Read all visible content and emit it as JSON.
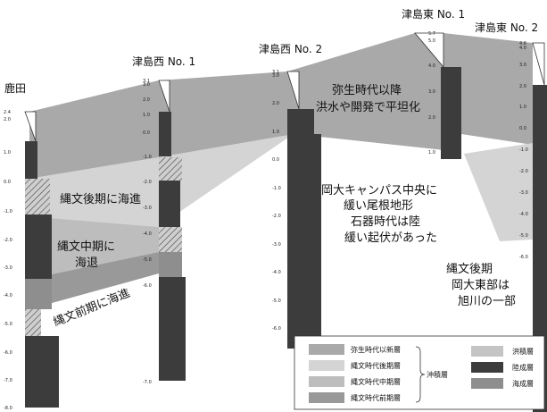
{
  "sites": [
    {
      "name": "鹿田",
      "ticks": [
        "2.4",
        "2.0",
        "1.0",
        "0.0",
        "-1.0",
        "-2.0",
        "-3.0",
        "-4.0",
        "-5.0",
        "-6.0",
        "-7.0",
        "-8.0"
      ]
    },
    {
      "name": "津島西 No. 1",
      "ticks": [
        "3.1",
        "3.0",
        "2.0",
        "1.0",
        "0.0",
        "-1.0",
        "-2.0",
        "-3.0",
        "-4.0",
        "-5.0",
        "-6.0",
        "-7.0"
      ]
    },
    {
      "name": "津島西 No. 2",
      "ticks": [
        "3.1",
        "3.0",
        "2.0",
        "1.0",
        "0.0",
        "-1.0",
        "-2.0",
        "-3.0",
        "-4.0",
        "-5.0",
        "-6.0"
      ]
    },
    {
      "name": "津島東 No. 1",
      "ticks": [
        "5.7",
        "5.0",
        "4.0",
        "3.0",
        "2.0",
        "1.0"
      ]
    },
    {
      "name": "津島東 No. 2",
      "ticks": [
        "4.6",
        "4.0",
        "3.0",
        "2.0",
        "1.0",
        "0.0",
        "-1.0",
        "-2.0",
        "-3.0",
        "-4.0",
        "-5.0",
        "-6.0"
      ]
    }
  ],
  "annotations": {
    "yayoi": [
      "弥生時代以降",
      "洪水や開発で平坦化"
    ],
    "jomon_late": "縄文後期に海進",
    "jomon_mid": [
      "縄文中期に",
      "海退"
    ],
    "jomon_early": "縄文前期に海進",
    "campus": [
      "岡大キャンパス中央に",
      "緩い尾根地形",
      "石器時代は陸",
      "緩い起伏があった"
    ],
    "east": [
      "縄文後期",
      "岡大東部は",
      "旭川の一部"
    ]
  },
  "legend": {
    "left": [
      "弥生時代以新層",
      "縄文時代後期層",
      "縄文時代中期層",
      "縄文時代前期層"
    ],
    "group": "沖積層",
    "right": [
      "洪積層",
      "陸成層",
      "海成層"
    ]
  },
  "colors": {
    "yayoi": "#a9a9a9",
    "jomon_late": "#d4d4d4",
    "jomon_mid": "#bdbdbd",
    "jomon_early": "#999999",
    "terrestrial": "#3c3c3c",
    "marine": "#8e8e8e",
    "diluvial": "#c4c4c4"
  }
}
